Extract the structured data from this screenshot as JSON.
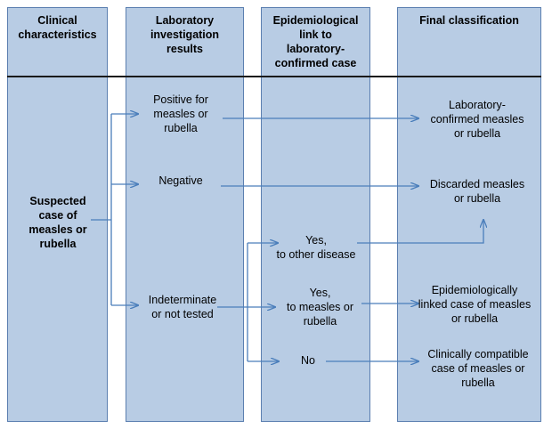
{
  "headers": {
    "clinical": "Clinical\ncharacteristics",
    "lab": "Laboratory\ninvestigation\nresults",
    "epi": "Epidemiological\nlink to\nlaboratory-\nconfirmed case",
    "final": "Final classification"
  },
  "nodes": {
    "suspected": "Suspected\ncase of\nmeasles or\nrubella",
    "positive": "Positive for\nmeasles or\nrubella",
    "negative": "Negative",
    "indeterminate": "Indeterminate\nor not tested",
    "yes_other": "Yes,\nto other disease",
    "yes_measles": "Yes,\nto measles or\nrubella",
    "no": "No",
    "lab_confirmed": "Laboratory-\nconfirmed measles\nor rubella",
    "discarded": "Discarded measles\nor rubella",
    "epi_linked": "Epidemiologically\nlinked case of measles\nor rubella",
    "clinically_compatible": "Clinically compatible\ncase of measles or\nrubella"
  },
  "colors": {
    "column_fill": "#b8cce4",
    "column_border": "#5b7fb0",
    "arrow": "#4a7ebb",
    "divider": "#1a1a1a"
  }
}
